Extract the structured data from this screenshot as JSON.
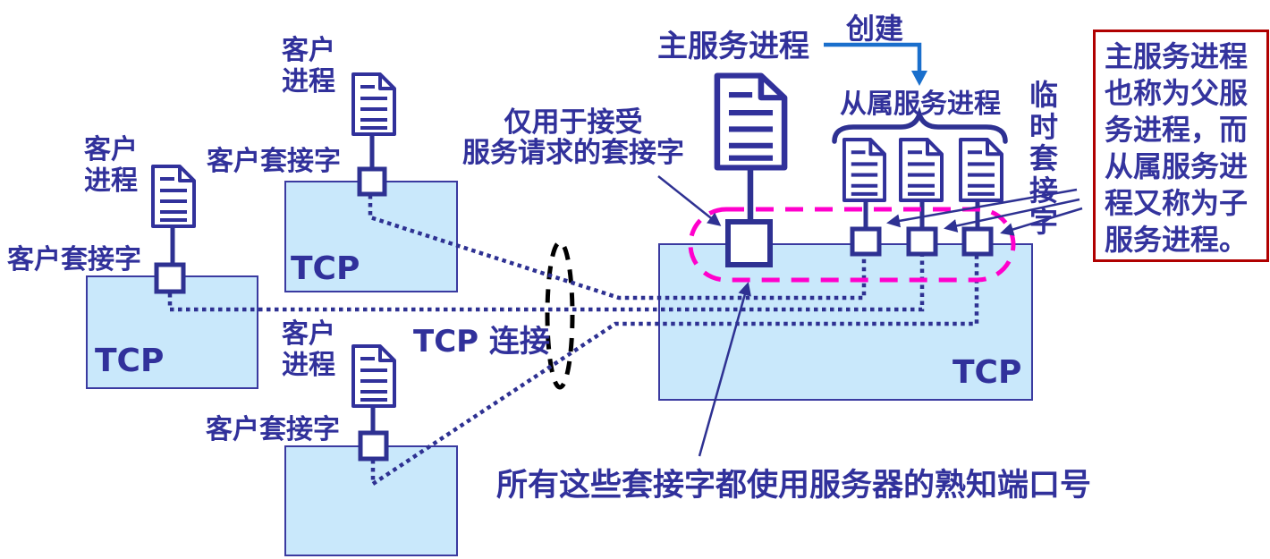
{
  "colors": {
    "diagram_blue": "#31319b",
    "line_blue": "#2e3192",
    "box_fill": "#c9e8fb",
    "box_border": "#3a3aa0",
    "magenta_dash": "#ff00cc",
    "create_arrow_blue": "#1a6fcc",
    "note_border_red": "#b00000",
    "ellipse_black": "#000000"
  },
  "clients": [
    {
      "process_label": "客户\n进程",
      "socket_label": "客户套接字",
      "tcp_label": "TCP"
    },
    {
      "process_label": "客户\n进程",
      "socket_label": "客户套接字",
      "tcp_label": "TCP"
    },
    {
      "process_label": "客户\n进程",
      "socket_label": "客户套接字"
    }
  ],
  "server": {
    "main_process_label": "主服务进程",
    "create_label": "创建",
    "child_processes_label": "从属服务进程",
    "temp_socket_label": "临\n时\n套\n接\n字",
    "listen_socket_caption": "仅用于接受\n服务请求的套接字",
    "tcp_label": "TCP"
  },
  "annotations": {
    "tcp_connection_label": "TCP 连接",
    "well_known_port_note": "所有这些套接字都使用服务器的熟知端口号",
    "side_note": "主服务进程\n也称为父服\n务进程，而\n从属服务进\n程又称为子\n服务进程。"
  }
}
